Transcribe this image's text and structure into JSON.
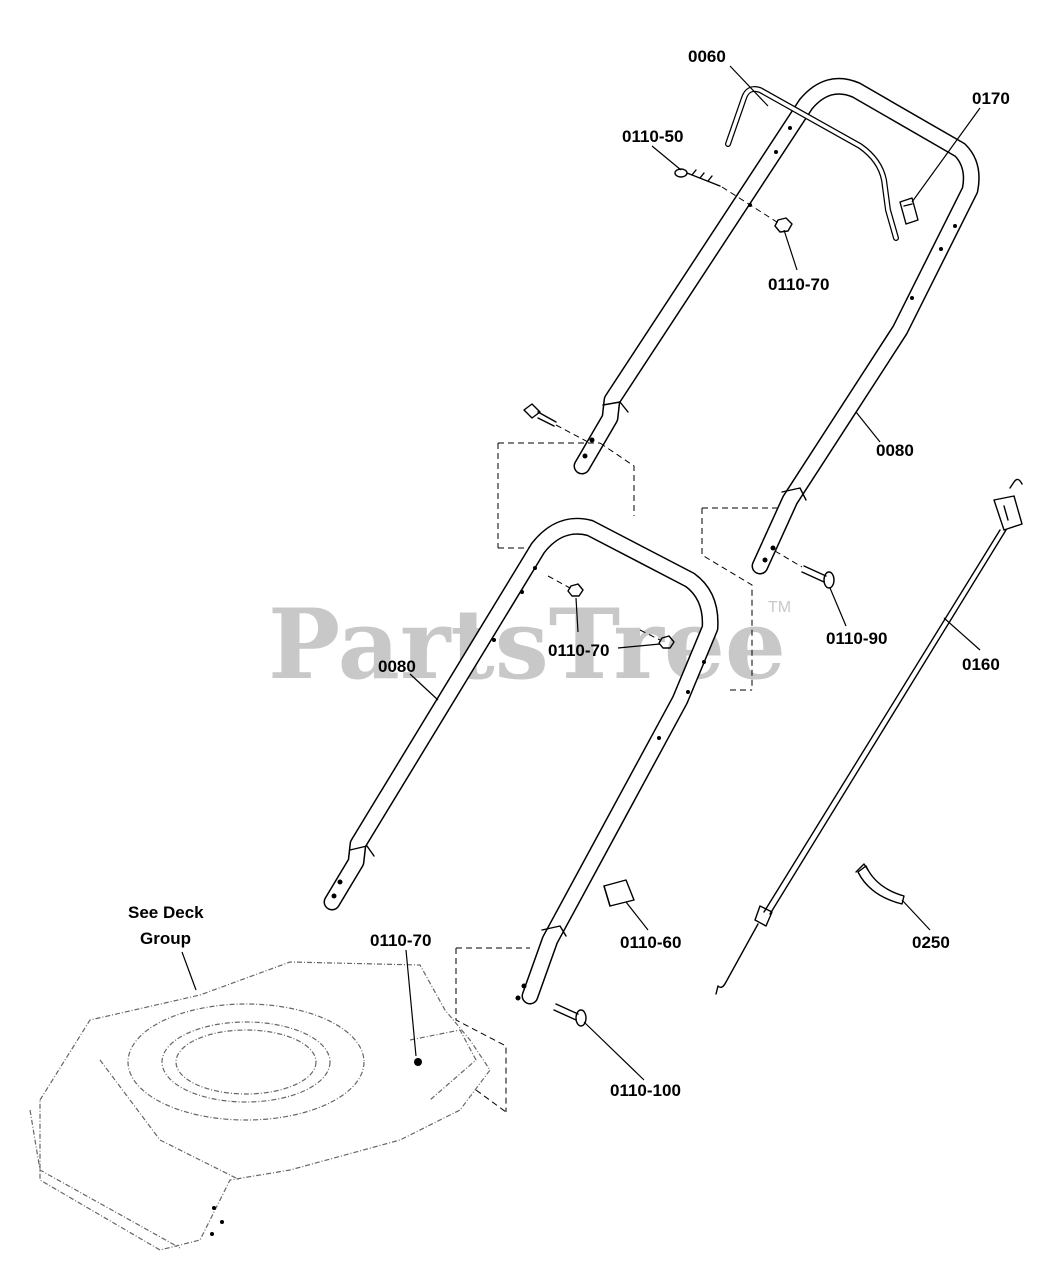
{
  "labels": {
    "l0060": "0060",
    "l0170": "0170",
    "l0110_50": "0110-50",
    "l0110_70_top": "0110-70",
    "l0080_upper": "0080",
    "l0110_90": "0110-90",
    "l0160": "0160",
    "l0110_70_mid": "0110-70",
    "l0080_lower": "0080",
    "l0110_60": "0110-60",
    "l0250": "0250",
    "see_deck_line1": "See Deck",
    "see_deck_line2": "Group",
    "l0110_70_bottom": "0110-70",
    "l0110_100": "0110-100"
  },
  "watermark": {
    "text": "PartsTree",
    "trademark": "TM"
  },
  "colors": {
    "ink": "#000000",
    "watermark": "#c8c8c8",
    "deck": "#666666",
    "background": "#ffffff"
  }
}
